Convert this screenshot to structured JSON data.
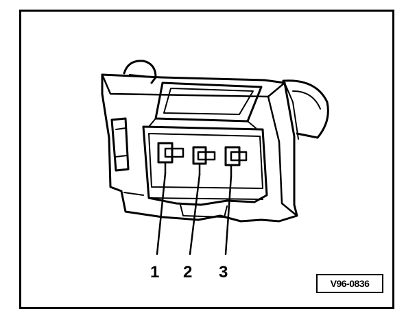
{
  "figure": {
    "pin_labels": [
      "1",
      "2",
      "3"
    ],
    "reference_code": "V96-0836"
  },
  "colors": {
    "line": "#000000",
    "background": "#ffffff"
  }
}
